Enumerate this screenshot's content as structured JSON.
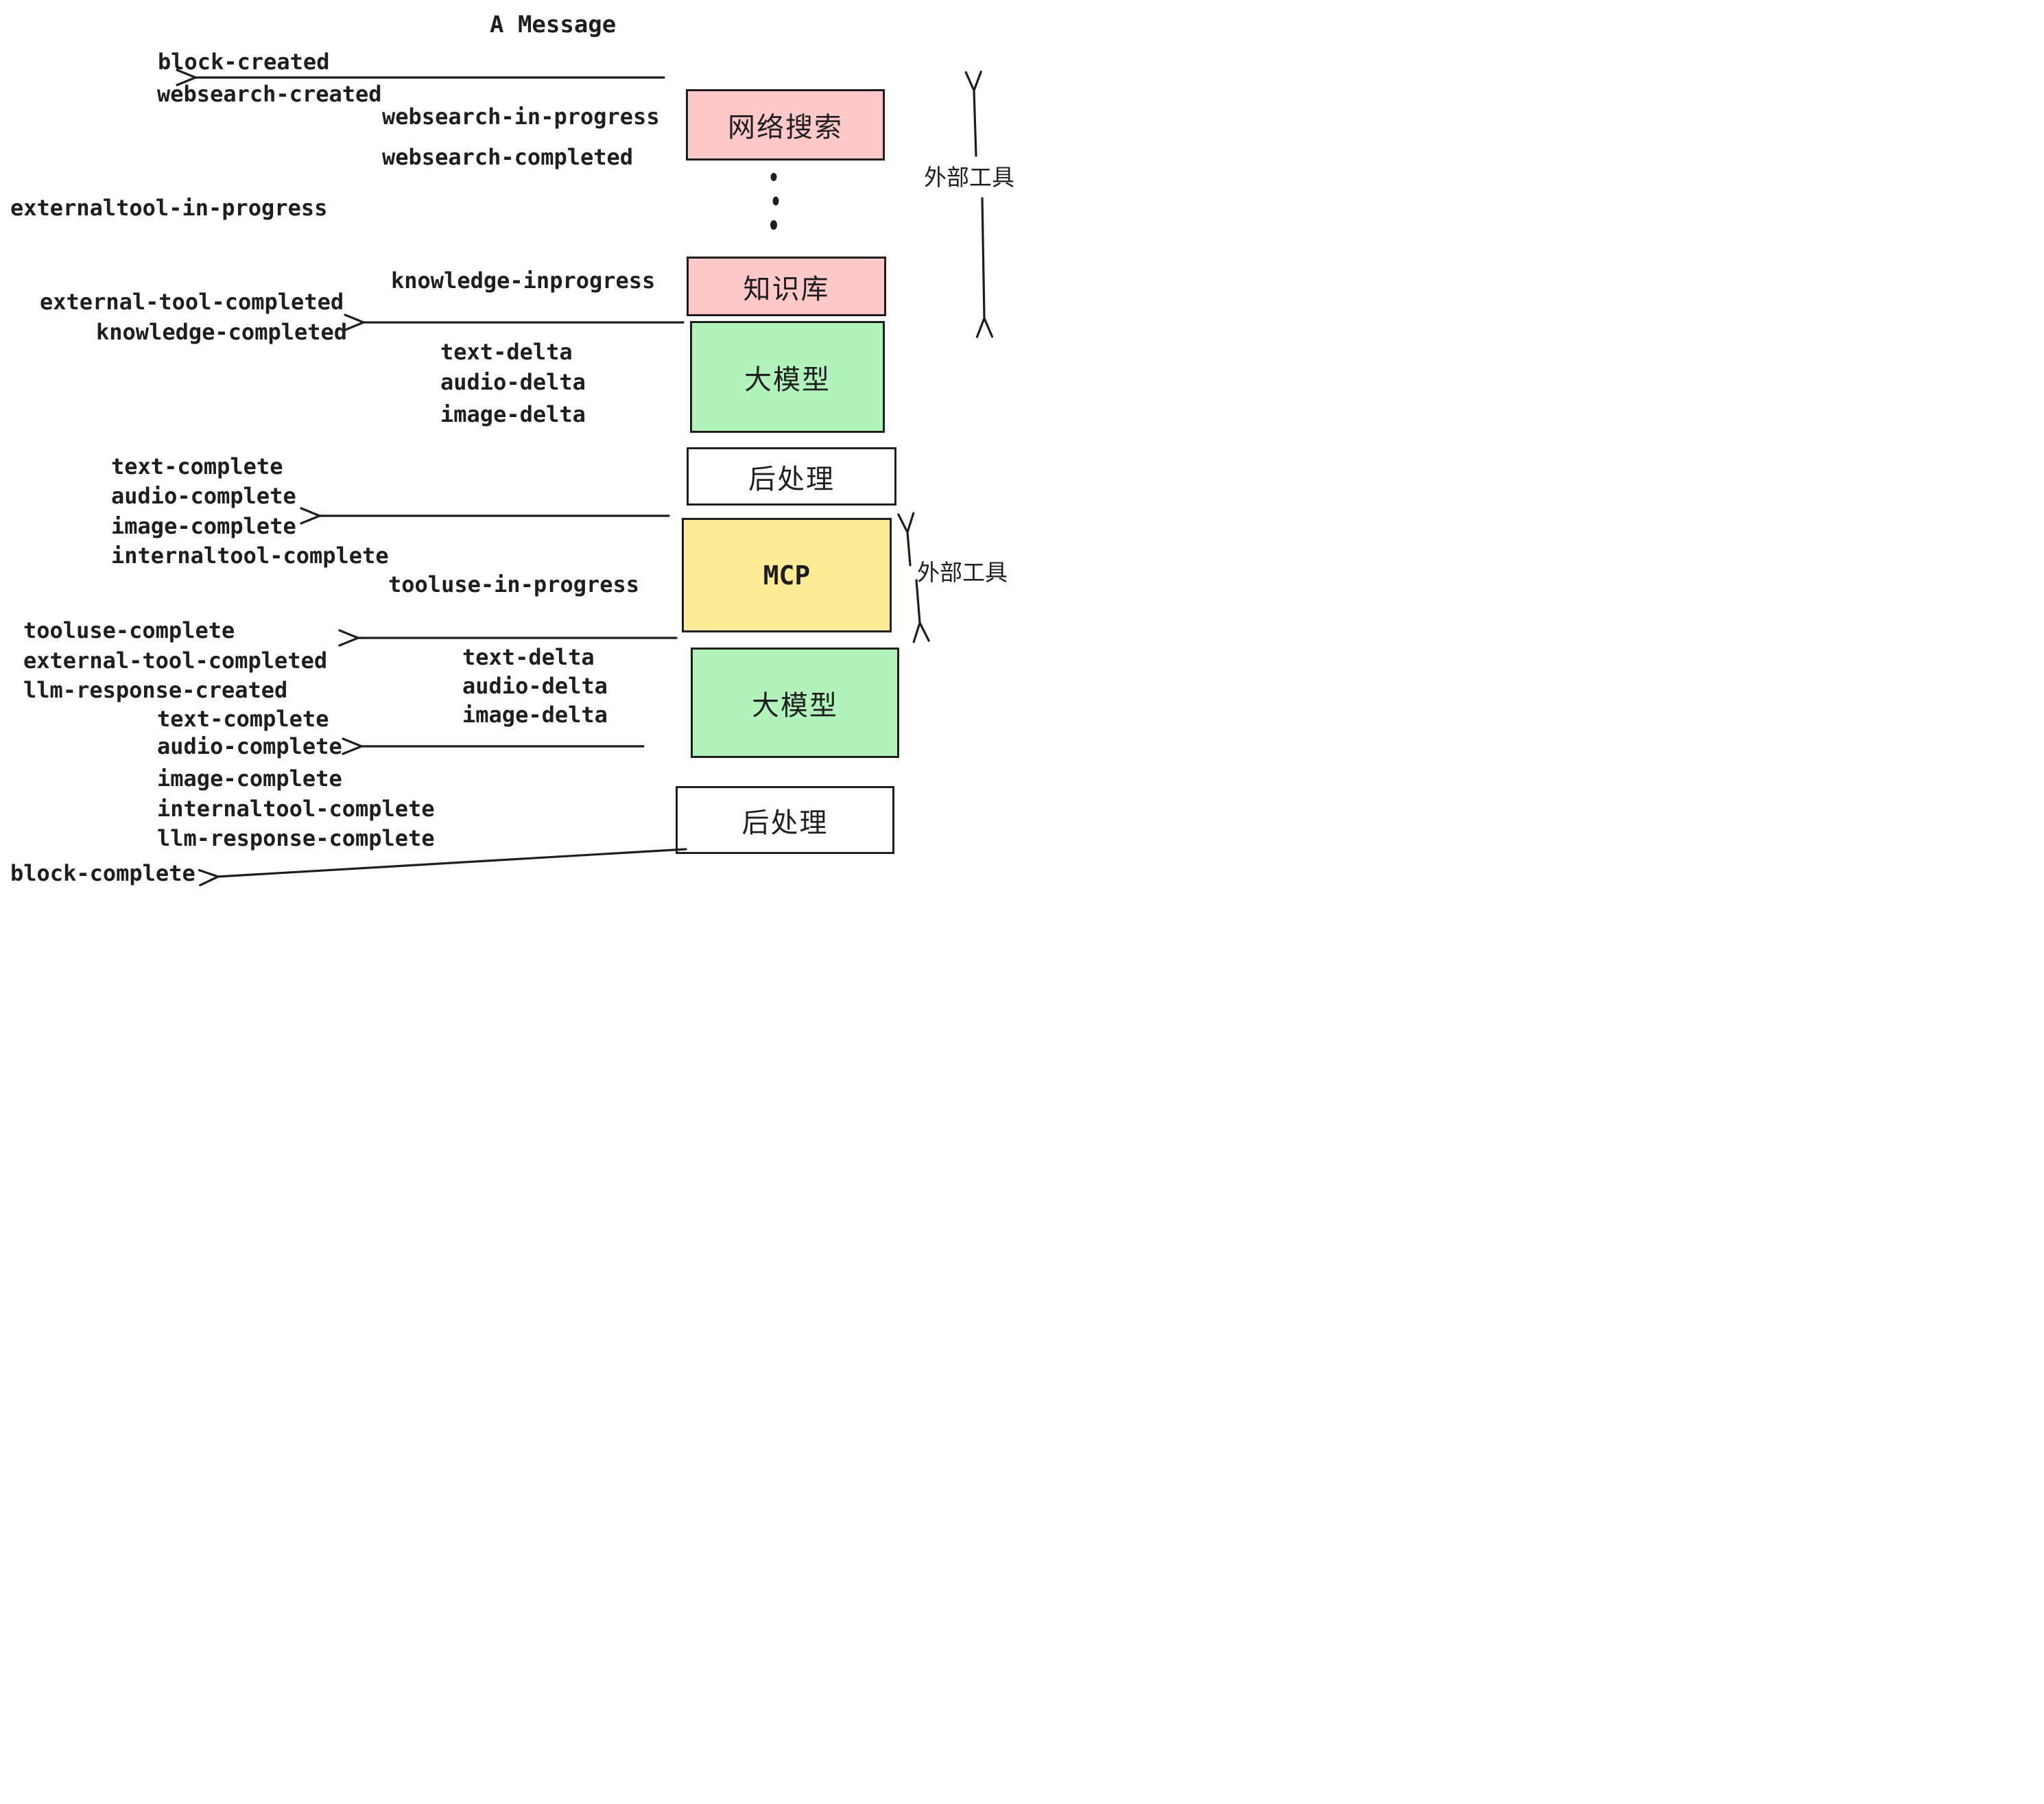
{
  "title": "A Message",
  "events": [
    {
      "text": "block-created"
    },
    {
      "text": "websearch-created"
    },
    {
      "text": "websearch-in-progress"
    },
    {
      "text": "websearch-completed"
    },
    {
      "text": "externaltool-in-progress"
    },
    {
      "text": "knowledge-inprogress"
    },
    {
      "text": "external-tool-completed"
    },
    {
      "text": "knowledge-completed"
    },
    {
      "text": "text-delta"
    },
    {
      "text": "audio-delta"
    },
    {
      "text": "image-delta"
    },
    {
      "text": "text-complete"
    },
    {
      "text": "audio-complete"
    },
    {
      "text": "image-complete"
    },
    {
      "text": "internaltool-complete"
    },
    {
      "text": "tooluse-in-progress"
    },
    {
      "text": "tooluse-complete"
    },
    {
      "text": "external-tool-completed"
    },
    {
      "text": "llm-response-created"
    },
    {
      "text": "text-delta"
    },
    {
      "text": "audio-delta"
    },
    {
      "text": "image-delta"
    },
    {
      "text": "text-complete"
    },
    {
      "text": "audio-complete"
    },
    {
      "text": "image-complete"
    },
    {
      "text": "internaltool-complete"
    },
    {
      "text": "llm-response-complete"
    },
    {
      "text": "block-complete"
    }
  ],
  "boxes": [
    {
      "label": "网络搜索",
      "color_key": "pink"
    },
    {
      "label": "知识库",
      "color_key": "pink"
    },
    {
      "label": "大模型",
      "color_key": "green"
    },
    {
      "label": "后处理",
      "color_key": "white"
    },
    {
      "label": "MCP",
      "color_key": "yellow"
    },
    {
      "label": "大模型",
      "color_key": "green"
    },
    {
      "label": "后处理",
      "color_key": "white"
    }
  ],
  "annotations": {
    "external_tool_top": "外部工具",
    "external_tool_bottom": "外部工具"
  },
  "icons": {
    "vertical_ellipsis": "⋮"
  },
  "colors": {
    "pink": "#ffc9c9",
    "green": "#b2f2bb",
    "yellow": "#ffec99",
    "white": "#ffffff",
    "ink": "#1e1e1e"
  }
}
